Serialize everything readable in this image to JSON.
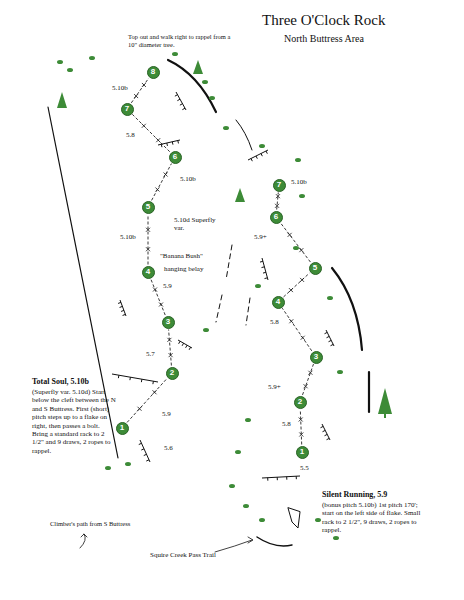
{
  "diagram": {
    "title": "Three O'Clock Rock",
    "nodes": [
      {
        "text": [
          "1"
        ]
      },
      {
        "text": [
          "2"
        ]
      },
      {
        "text": [
          "3"
        ]
      },
      {
        "text": [
          "4"
        ]
      },
      {
        "text": [
          "5"
        ]
      },
      {
        "text": [
          "6"
        ]
      },
      {
        "text": [
          "7"
        ]
      },
      {
        "text": [
          "8"
        ]
      },
      {
        "text": [
          "1"
        ]
      },
      {
        "text": [
          "2"
        ]
      },
      {
        "text": [
          "3"
        ]
      },
      {
        "text": [
          "4"
        ]
      },
      {
        "text": [
          "5"
        ]
      },
      {
        "text": [
          "6"
        ]
      },
      {
        "text": [
          "7"
        ]
      }
    ],
    "edges": [
      {
        "from": 0,
        "to": 1,
        "arrow": "none"
      },
      {
        "from": 1,
        "to": 2,
        "arrow": "none"
      },
      {
        "from": 2,
        "to": 3,
        "arrow": "none"
      },
      {
        "from": 3,
        "to": 4,
        "arrow": "none"
      },
      {
        "from": 4,
        "to": 5,
        "arrow": "none"
      },
      {
        "from": 5,
        "to": 6,
        "arrow": "none"
      },
      {
        "from": 6,
        "to": 7,
        "arrow": "none"
      },
      {
        "from": 8,
        "to": 9,
        "arrow": "none"
      },
      {
        "from": 9,
        "to": 10,
        "arrow": "none"
      },
      {
        "from": 10,
        "to": 11,
        "arrow": "none"
      },
      {
        "from": 11,
        "to": 12,
        "arrow": "none"
      },
      {
        "from": 12,
        "to": 13,
        "arrow": "none"
      },
      {
        "from": 13,
        "to": 14,
        "arrow": "none"
      }
    ],
    "labels": [
      "North Buttress Area",
      "Top out and walk right to rappel from a 10\" diameter tree.",
      "5.10b",
      "5.8",
      "5.10b",
      "5.10d Superfly var.",
      "5.10b",
      "\"Banana Bush\"",
      "hanging belay",
      "5.9",
      "5.7",
      "5.9",
      "5.6",
      "5.10b",
      "5.9+",
      "5.8",
      "5.9+",
      "5.8",
      "5.5",
      "Total Soul, 5.10b",
      "(Superfly var. 5.10d) Start below the cleft between the N and S Buttress. First (short) pitch steps up to a flake on right, then passes a bolt. Bring a standard rack to 2 1/2\" and 9 draws, 2 ropes to rappel.",
      "Silent Running, 5.9",
      "(bonus pitch 5.10b) 1st pitch 170'; start on the left side of flake. Small rack to 2 1/2\", 9 draws, 2 ropes to rappel.",
      "Climber's path from S Buttress",
      "Squire Creek Pass Trail"
    ]
  }
}
